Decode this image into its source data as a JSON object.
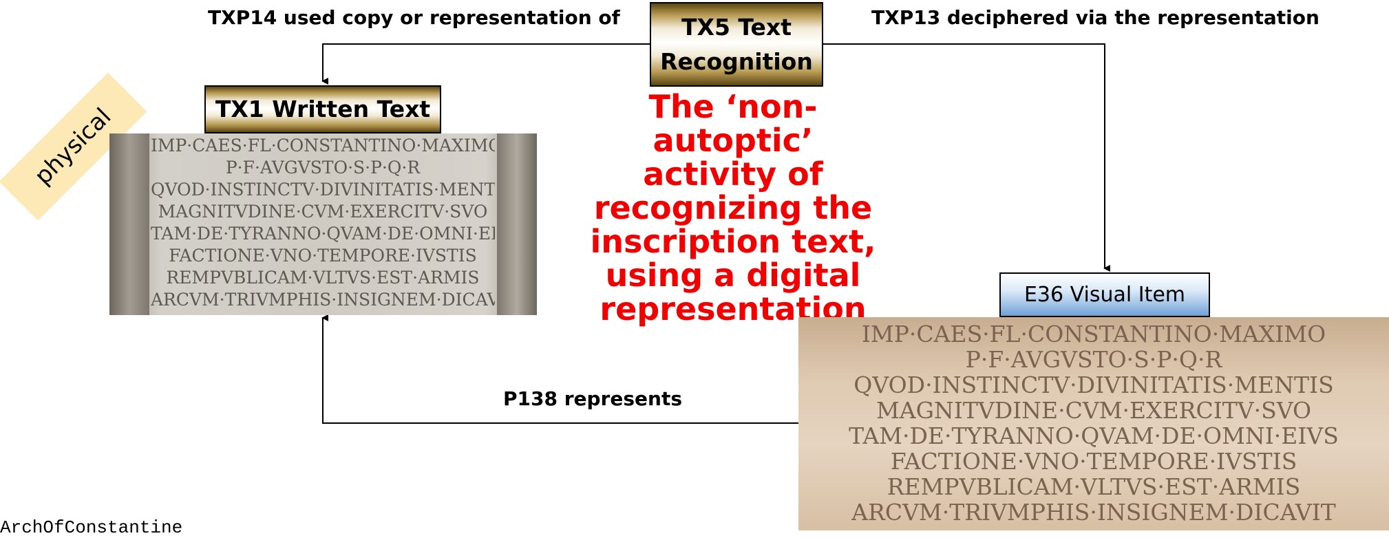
{
  "nodes": {
    "tx5_line1": "TX5 Text",
    "tx5_line2": "Recognition",
    "tx1": "TX1 Written Text",
    "e36": "E36 Visual Item"
  },
  "edges": {
    "txp14": "TXP14 used copy or representation of",
    "txp13": "TXP13 deciphered via the representation",
    "p138": "P138 represents"
  },
  "tag_physical": "physical",
  "headline_lines": [
    "The ‘non-autoptic’",
    "activity of",
    "recognizing the",
    "inscription text,",
    "using a digital",
    "representation"
  ],
  "caption": "ArchOfConstantine",
  "inscription_lines": [
    "IMP·CAES·FL·CONSTANTINO·MAXIMO",
    "P·F·AVGVSTO·S·P·Q·R",
    "QVOD·INSTINCTV·DIVINITATIS·MENTIS",
    "MAGNITVDINE·CVM·EXERCITV·SVO",
    "TAM·DE·TYRANNO·QVAM·DE·OMNI·EIVS",
    "FACTIONE·VNO·TEMPORE·IVSTIS",
    "REMPVBLICAM·VLTVS·EST·ARMIS",
    "ARCVM·TRIVMPHIS·INSIGNEM·DICAVIT"
  ],
  "colors": {
    "headline": "#f20000",
    "tag": "#fde9b6",
    "stone_left": "#c9c5bd",
    "stone_right": "#dcc6ad"
  }
}
